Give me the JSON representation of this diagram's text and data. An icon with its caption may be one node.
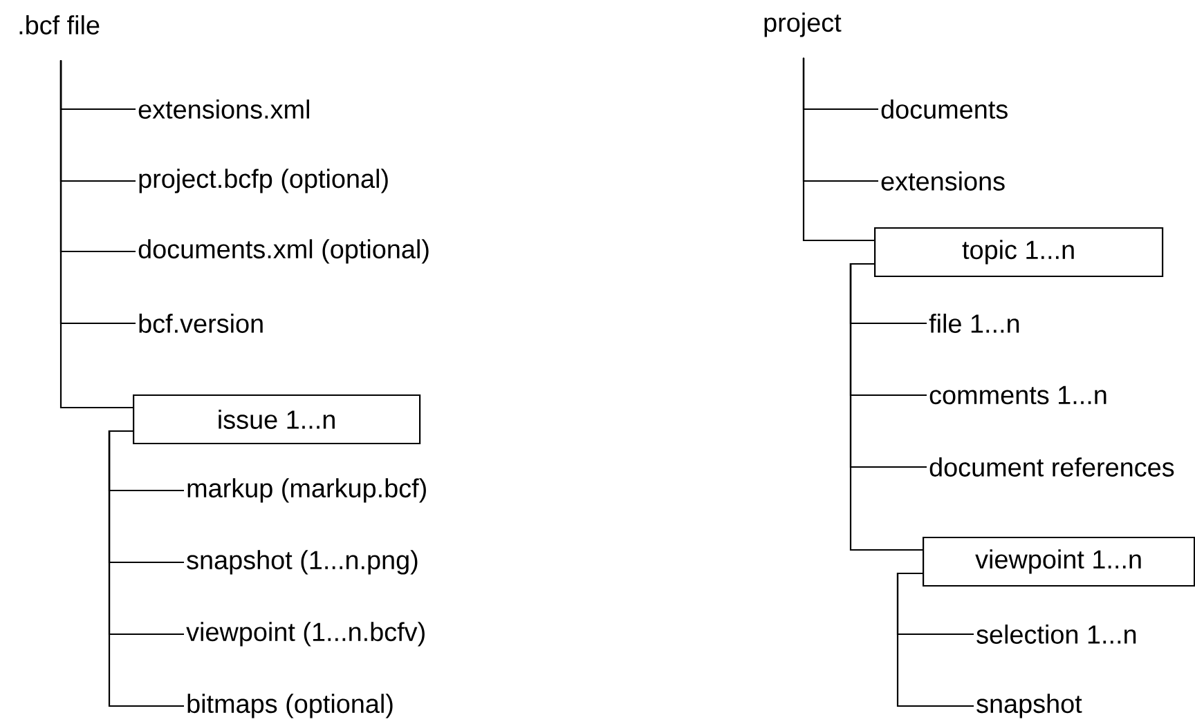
{
  "diagram": {
    "nodes": [
      {
        "text": [
          ".bcf file"
        ]
      },
      {
        "text": [
          "extensions.xml"
        ]
      },
      {
        "text": [
          "project.bcfp (optional)"
        ]
      },
      {
        "text": [
          "documents.xml (optional)"
        ]
      },
      {
        "text": [
          "bcf.version"
        ]
      },
      {
        "text": [
          "issue 1...n"
        ]
      },
      {
        "text": [
          "markup (markup.bcf)"
        ]
      },
      {
        "text": [
          "snapshot (1...n.png)"
        ]
      },
      {
        "text": [
          "viewpoint (1...n.bcfv)"
        ]
      },
      {
        "text": [
          "bitmaps (optional)"
        ]
      },
      {
        "text": [
          "project"
        ]
      },
      {
        "text": [
          "documents"
        ]
      },
      {
        "text": [
          "extensions"
        ]
      },
      {
        "text": [
          "topic 1...n"
        ]
      },
      {
        "text": [
          "file 1...n"
        ]
      },
      {
        "text": [
          "comments 1...n"
        ]
      },
      {
        "text": [
          "document references"
        ]
      },
      {
        "text": [
          "viewpoint 1...n"
        ]
      },
      {
        "text": [
          "selection 1...n"
        ]
      },
      {
        "text": [
          "snapshot"
        ]
      }
    ],
    "edges": [
      {
        "from": 0,
        "to": 1,
        "arrow": "none"
      },
      {
        "from": 0,
        "to": 2,
        "arrow": "none"
      },
      {
        "from": 0,
        "to": 3,
        "arrow": "none"
      },
      {
        "from": 0,
        "to": 4,
        "arrow": "none"
      },
      {
        "from": 0,
        "to": 5,
        "arrow": "none"
      },
      {
        "from": 5,
        "to": 6,
        "arrow": "none"
      },
      {
        "from": 5,
        "to": 7,
        "arrow": "none"
      },
      {
        "from": 5,
        "to": 8,
        "arrow": "none"
      },
      {
        "from": 5,
        "to": 9,
        "arrow": "none"
      },
      {
        "from": 10,
        "to": 11,
        "arrow": "none"
      },
      {
        "from": 10,
        "to": 12,
        "arrow": "none"
      },
      {
        "from": 10,
        "to": 13,
        "arrow": "none"
      },
      {
        "from": 13,
        "to": 14,
        "arrow": "none"
      },
      {
        "from": 13,
        "to": 15,
        "arrow": "none"
      },
      {
        "from": 13,
        "to": 16,
        "arrow": "none"
      },
      {
        "from": 13,
        "to": 17,
        "arrow": "none"
      },
      {
        "from": 17,
        "to": 18,
        "arrow": "none"
      },
      {
        "from": 17,
        "to": 19,
        "arrow": "none"
      }
    ]
  }
}
